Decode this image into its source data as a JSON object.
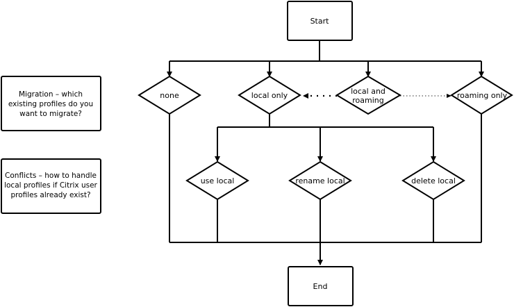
{
  "notes": {
    "migration": [
      "Migration – which",
      "existing profiles do you",
      "want to migrate?"
    ],
    "conflicts": [
      "Conflicts – how to handle",
      "local profiles if Citrix user",
      "profiles already exist?"
    ]
  },
  "nodes": {
    "start": "Start",
    "end": "End",
    "none": "none",
    "local_only": "local only",
    "local_and_roaming": [
      "local and",
      "roaming"
    ],
    "roaming_only": "roaming only",
    "use_local": "use local",
    "rename_local": "rename local",
    "delete_local": "delete local"
  },
  "colors": {
    "stroke": "#000000",
    "fill": "#ffffff",
    "dots": "#555555"
  }
}
